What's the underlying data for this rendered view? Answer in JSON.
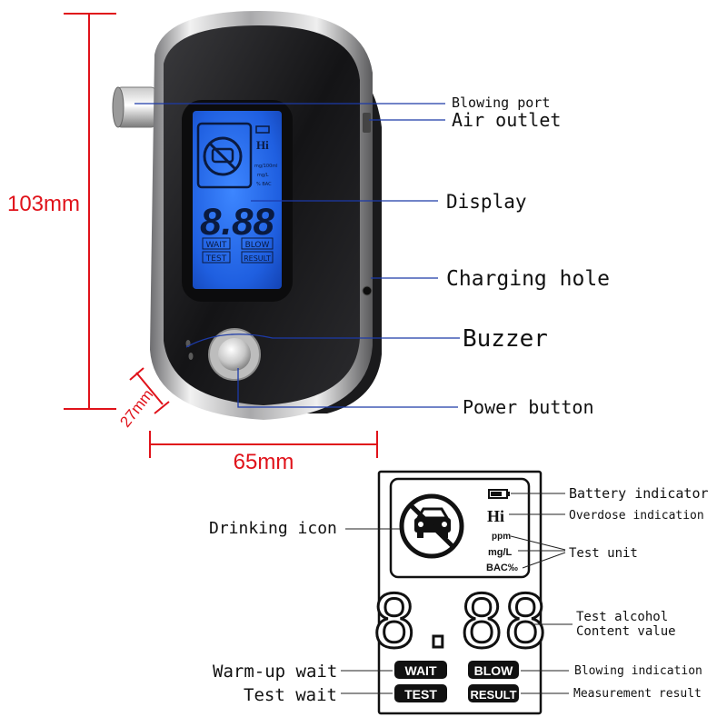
{
  "dimensions": {
    "height": "103mm",
    "depth": "27mm",
    "width": "65mm"
  },
  "device_callouts": {
    "blowing_port": "Blowing port",
    "air_outlet": "Air outlet",
    "display": "Display",
    "charging_hole": "Charging hole",
    "buzzer": "Buzzer",
    "power_button": "Power button"
  },
  "device_screen": {
    "hi": "Hi",
    "units": [
      "mg/100ml",
      "mg/L",
      "% BAC"
    ],
    "digits": "8.88",
    "wait": "WAIT",
    "blow": "BLOW",
    "test": "TEST",
    "result": "RESULT"
  },
  "lcd": {
    "hi": "Hi",
    "unit_ppm": "ppm",
    "unit_mgl": "mg/L",
    "unit_bac": "BAC‰",
    "digits": "8.88",
    "wait": "WAIT",
    "blow": "BLOW",
    "test": "TEST",
    "result": "RESULT"
  },
  "lcd_callouts": {
    "battery_indicator": "Battery indicator",
    "overdose_indication": "Overdose indication",
    "test_unit": "Test unit",
    "drinking_icon": "Drinking icon",
    "test_alcohol_line1": "Test alcohol",
    "test_alcohol_line2": "Content value",
    "warmup_wait": "Warm-up wait",
    "test_wait": "Test wait",
    "blowing_indication": "Blowing indication",
    "measurement_result": "Measurement result"
  },
  "colors": {
    "dimension": "#e0121a",
    "callout_line": "#1c3aa8",
    "lcd_blue": "#2f6fe0",
    "device_body": "#1b1b1d"
  }
}
